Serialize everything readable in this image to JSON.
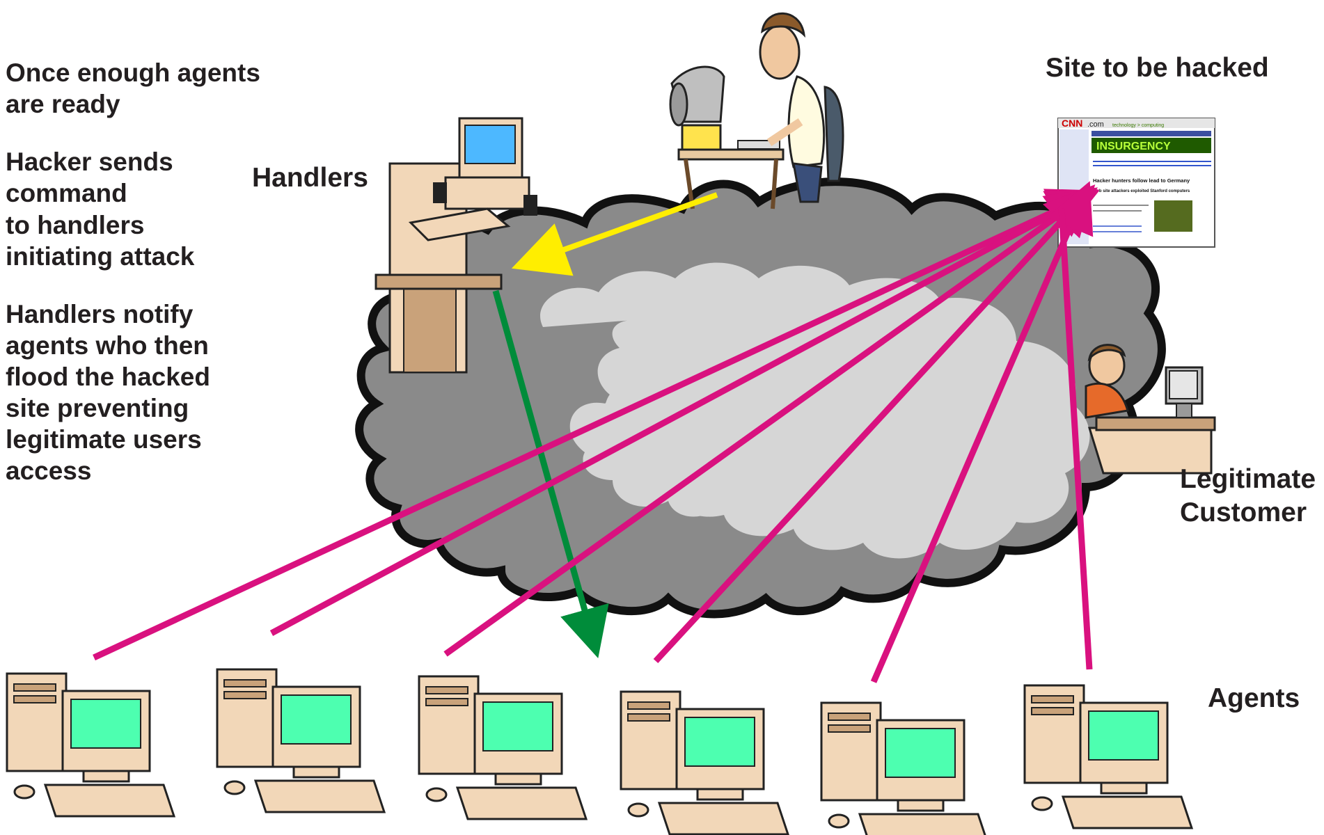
{
  "left_text": {
    "para1": [
      "Once enough agents",
      "are ready"
    ],
    "para2": [
      "Hacker sends",
      "command",
      "to handlers",
      "initiating attack"
    ],
    "para3": [
      "Handlers notify",
      "agents who then",
      "flood the hacked",
      "site preventing",
      "legitimate users",
      "access"
    ]
  },
  "labels": {
    "handlers": "Handlers",
    "site": "Site to be hacked",
    "customer": [
      "Legitimate",
      "Customer"
    ],
    "agents": "Agents"
  },
  "website": {
    "logo": "CNN",
    "logo_suffix": ".com",
    "section": "technology > computing",
    "banner": "INSURGENCY",
    "headline": "Hacker hunters follow lead to Germany",
    "subhead": "Web site attackers exploited Stanford computers"
  },
  "colors": {
    "command_arrow": "#ffee00",
    "handler_arrow": "#008c3a",
    "flood_arrows": "#d9117f",
    "cloud_dark": "#8a8a8a",
    "cloud_light": "#d6d6d6",
    "agent_screen": "#4dffb0",
    "handler_screen": "#4db8ff",
    "computer_beige": "#f2d7b8"
  },
  "icons": [
    "hacker-figure-icon",
    "handler-computer-icon",
    "website-screenshot-icon",
    "customer-figure-icon",
    "agent-computer-icon",
    "cloud-icon"
  ]
}
